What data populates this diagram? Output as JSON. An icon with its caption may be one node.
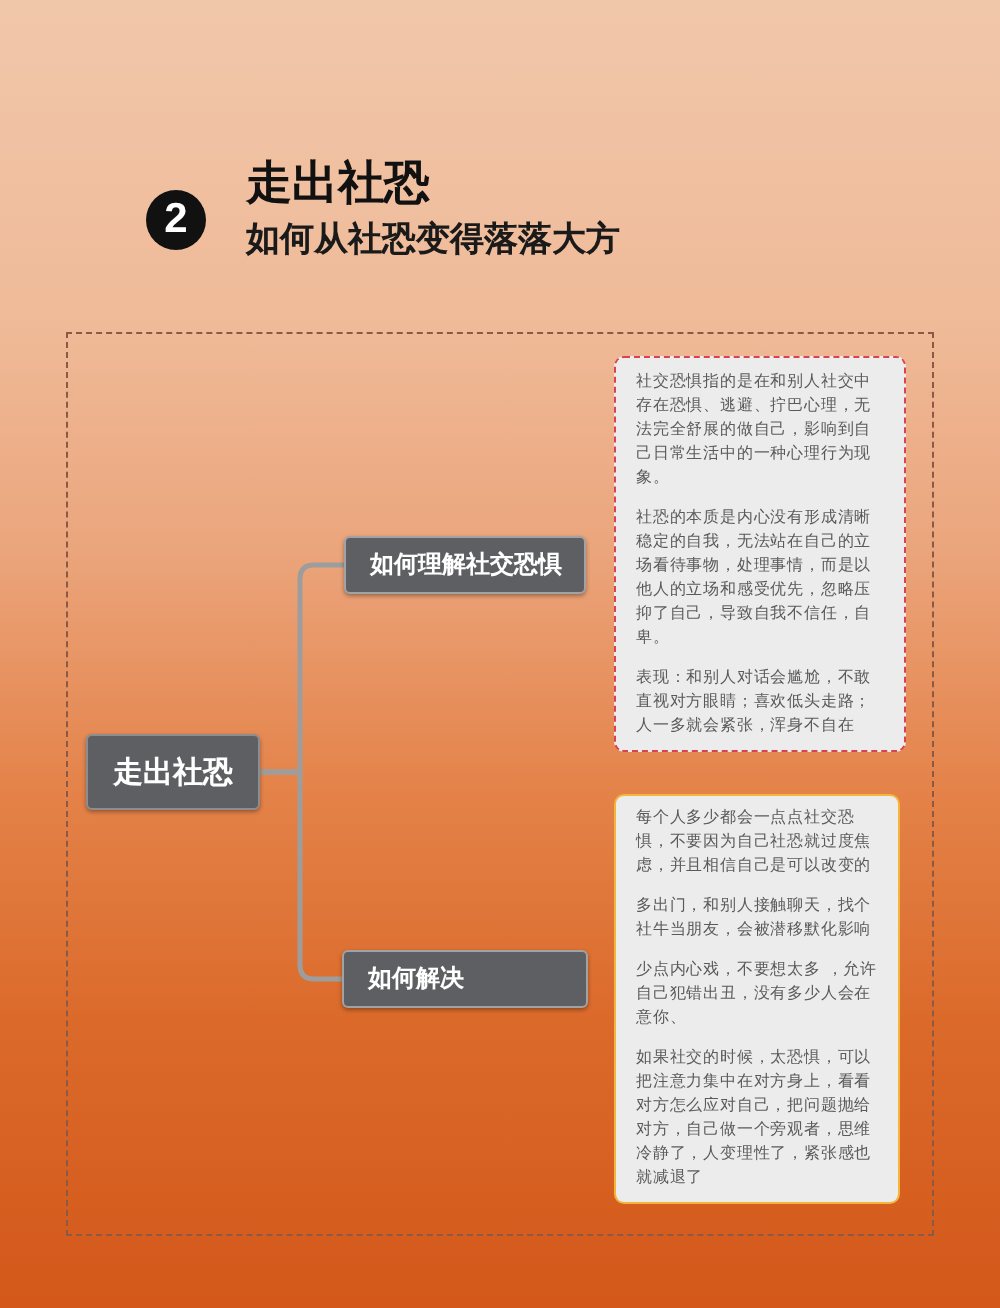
{
  "diagram": {
    "title": "走出社恐",
    "nodes": [
      {
        "text": [
          "2"
        ]
      },
      {
        "text": [
          "走出社恐"
        ]
      },
      {
        "text": [
          "如何理解社交恐惧"
        ]
      },
      {
        "text": [
          "社交恐惧指的是在和别人社交中存在恐惧、逃避、拧巴心理，无法完全舒展的做自己，影响到自己日常生活中的一种心理行为现象。",
          "社恐的本质是内心没有形成清晰稳定的自我，无法站在自己的立场看待事物，处理事情，而是以他人的立场和感受优先，忽略压抑了自己，导致自我不信任，自卑。",
          "表现：和别人对话会尴尬，不敢直视对方眼睛；喜欢低头走路；人一多就会紧张，浑身不自在"
        ]
      },
      {
        "text": [
          "如何解决"
        ]
      },
      {
        "text": [
          "每个人多少都会一点点社交恐惧，不要因为自己社恐就过度焦虑，并且相信自己是可以改变的",
          "多出门，和别人接触聊天，找个社牛当朋友，会被潜移默化影响",
          "少点内心戏，不要想太多 ，允许自己犯错出丑，没有多少人会在意你、",
          "如果社交的时候，太恐惧，可以把注意力集中在对方身上，看看对方怎么应对自己，把问题抛给对方，自己做一个旁观者，思维冷静了，人变理性了，紧张感也就减退了"
        ]
      }
    ],
    "edges": [
      {
        "from": 1,
        "to": 2,
        "arrow": "none"
      },
      {
        "from": 1,
        "to": 4,
        "arrow": "none"
      }
    ],
    "labels": [
      "如何从社恐变得落落大方"
    ]
  }
}
